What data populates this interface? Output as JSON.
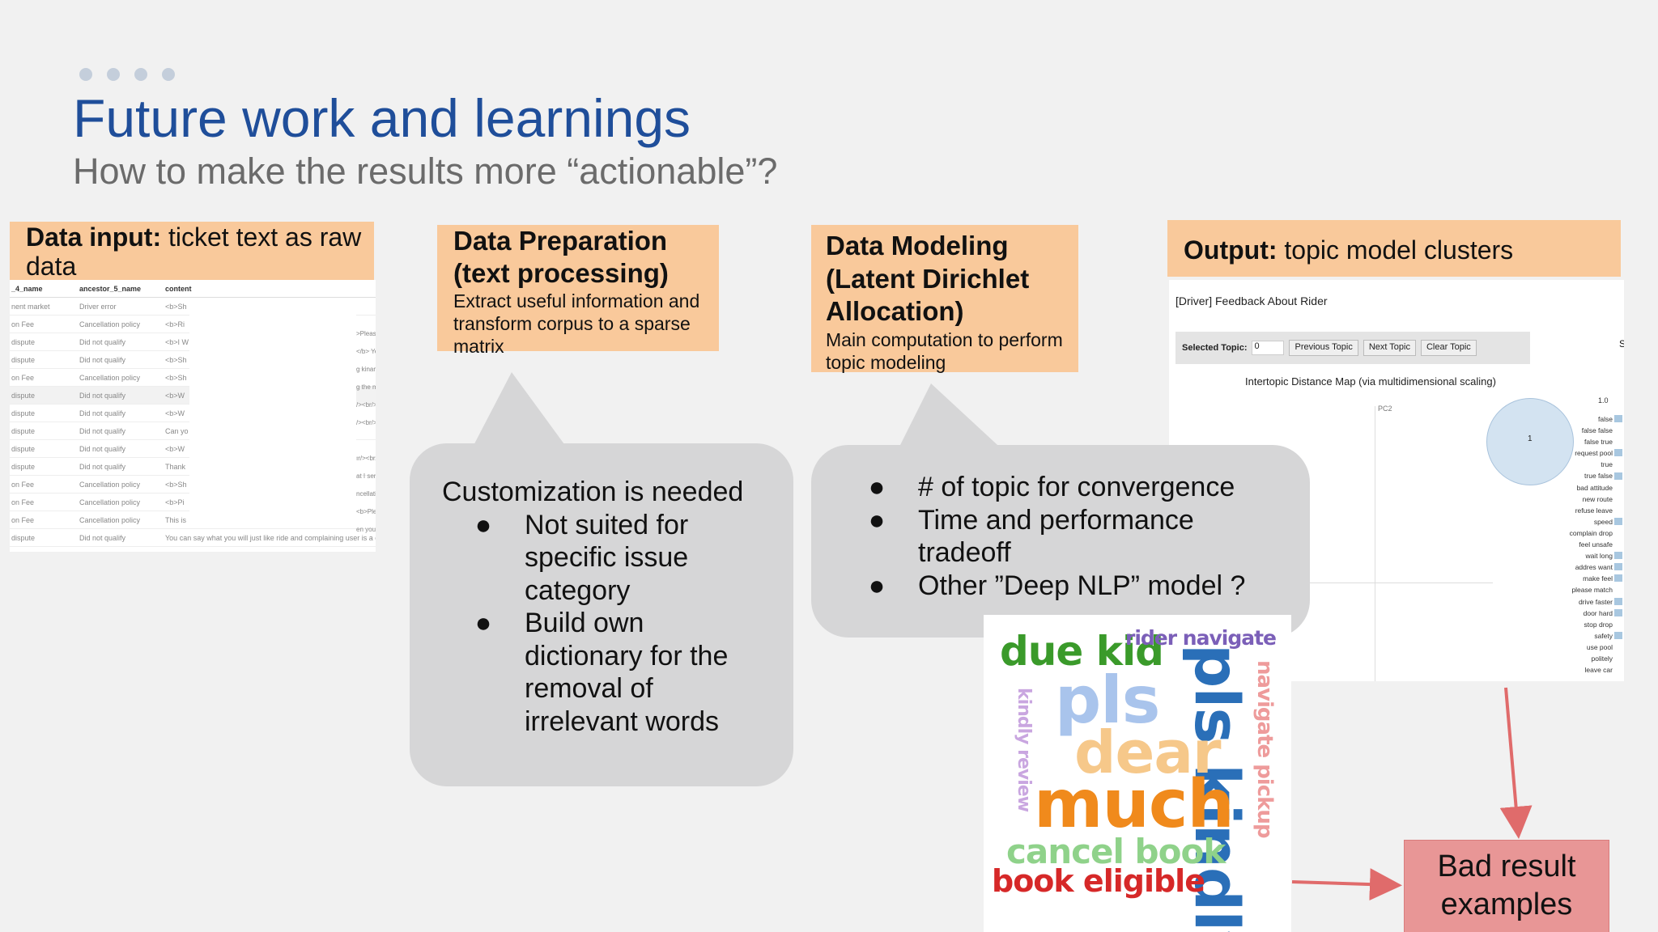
{
  "slide": {
    "title": "Future work and learnings",
    "subtitle": "How to make the results more “actionable”?"
  },
  "colors": {
    "title": "#1f4e9a",
    "header_bg": "#f9c99b",
    "bubble_bg": "#d6d6d7",
    "bad_box": "#e89696",
    "arrow": "#e06b6b"
  },
  "input": {
    "label_bold": "Data input:",
    "label_rest": " ticket text as raw",
    "label_rest2": "data",
    "table": {
      "columns": [
        "_4_name",
        "ancestor_5_name",
        "content"
      ],
      "rows": [
        {
          "c1": "nent market",
          "c2": "Driver error",
          "c3": "<b>Sh",
          "right": ""
        },
        {
          "c1": "on Fee",
          "c2": "Cancellation policy",
          "c3": "<b>Ri",
          "right": ">Please"
        },
        {
          "c1": "dispute",
          "c2": "Did not qualify",
          "c3": "<b>I W",
          "right": "</b> Ye"
        },
        {
          "c1": "dispute",
          "c2": "Did not qualify",
          "c3": "<b>Sh",
          "right": "g kinanc"
        },
        {
          "c1": "on Fee",
          "c2": "Cancellation policy",
          "c3": "<b>Sh",
          "right": "g the ma"
        },
        {
          "c1": "dispute",
          "c2": "Did not qualify",
          "c3": "<b>W",
          "right": "/><br/>"
        },
        {
          "c1": "dispute",
          "c2": "Did not qualify",
          "c3": "<b>W",
          "right": "/><br/>"
        },
        {
          "c1": "dispute",
          "c2": "Did not qualify",
          "c3": "Can yo",
          "right": ""
        },
        {
          "c1": "dispute",
          "c2": "Did not qualify",
          "c3": "<b>W",
          "right": "ır/><br/>"
        },
        {
          "c1": "dispute",
          "c2": "Did not qualify",
          "c3": "Thank",
          "right": "at I sent"
        },
        {
          "c1": "on Fee",
          "c2": "Cancellation policy",
          "c3": "<b>Sh",
          "right": "ncellation"
        },
        {
          "c1": "on Fee",
          "c2": "Cancellation policy",
          "c3": "<b>Pi",
          "right": "<b>Ple"
        },
        {
          "c1": "on Fee",
          "c2": "Cancellation policy",
          "c3": "This is",
          "right": "en you r"
        },
        {
          "c1": "dispute",
          "c2": "Did not qualify",
          "c3": "You can say what you will just like ride and complaining user is a ch",
          "right": ""
        }
      ]
    }
  },
  "prep": {
    "title1": "Data Preparation",
    "title2": "(text processing)",
    "desc1": "Extract useful information and",
    "desc2": "transform corpus to a sparse",
    "desc3": "matrix"
  },
  "modeling": {
    "title1": "Data Modeling",
    "title2": "(Latent Dirichlet",
    "title3": "Allocation)",
    "desc1": "Main computation to perform",
    "desc2": "topic modeling"
  },
  "output": {
    "label_bold": "Output:",
    "label_rest": " topic model clusters",
    "rider_title": "[Driver] Feedback About Rider",
    "selected_label": "Selected Topic:",
    "selected_value": "0",
    "prev_btn": "Previous Topic",
    "next_btn": "Next Topic",
    "clear_btn": "Clear Topic",
    "side_letter": "S",
    "map_title": "Intertopic Distance Map (via multidimensional scaling)",
    "pc2": "PC2",
    "topic_num": "1",
    "scale_label": "1.0",
    "terms": [
      "false",
      "false false",
      "false true",
      "request pool",
      "true",
      "true false",
      "bad attitude",
      "new route",
      "refuse leave",
      "speed",
      "complain drop",
      "feel unsafe",
      "wait long",
      "addres want",
      "make feel",
      "please match",
      "drive faster",
      "door hard",
      "stop drop",
      "safety",
      "use pool",
      "politely",
      "leave car"
    ]
  },
  "bubble1": {
    "head": "Customization is needed",
    "bullets": [
      [
        "Not suited for",
        "specific issue",
        "category"
      ],
      [
        "Build own",
        "dictionary for the",
        "removal of",
        "irrelevant words"
      ]
    ]
  },
  "bubble2": {
    "bullets": [
      [
        "# of topic for convergence"
      ],
      [
        "Time and performance",
        "tradeoff"
      ],
      [
        "Other ”Deep NLP” model ?"
      ]
    ]
  },
  "bullet_char": "●",
  "wordcloud": {
    "words": {
      "due_kid": "due kid",
      "rider_navigate": "rider navigate",
      "pls_big": "pls",
      "pls_kindly": "pls kindly",
      "navigate_pickup": "navigate pickup",
      "kindly_review": "kindly review",
      "dear": "dear",
      "much": "much",
      "cancel_book": "cancel book",
      "book_eligible": "book eligible"
    }
  },
  "bad_result": {
    "line1": "Bad result",
    "line2": "examples"
  }
}
